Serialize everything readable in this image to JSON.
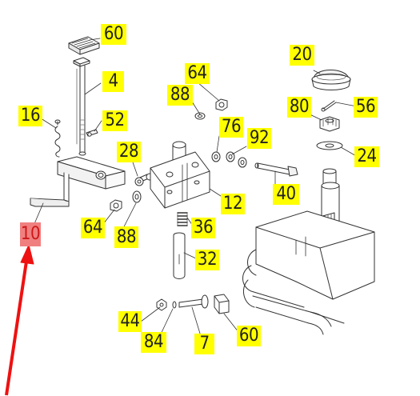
{
  "colors": {
    "callout": "#ffff00",
    "highlight": "#f08080",
    "arrow": "#ee1111",
    "line": "#333333"
  },
  "callouts": [
    {
      "id": "c60a",
      "text": "60"
    },
    {
      "id": "c4",
      "text": "4"
    },
    {
      "id": "c16",
      "text": "16"
    },
    {
      "id": "c52",
      "text": "52"
    },
    {
      "id": "c64a",
      "text": "64"
    },
    {
      "id": "c88a",
      "text": "88"
    },
    {
      "id": "c76",
      "text": "76"
    },
    {
      "id": "c92",
      "text": "92"
    },
    {
      "id": "c28",
      "text": "28"
    },
    {
      "id": "c12",
      "text": "12"
    },
    {
      "id": "c20",
      "text": "20"
    },
    {
      "id": "c80",
      "text": "80"
    },
    {
      "id": "c56",
      "text": "56"
    },
    {
      "id": "c24",
      "text": "24"
    },
    {
      "id": "c40",
      "text": "40"
    },
    {
      "id": "c36",
      "text": "36"
    },
    {
      "id": "c32",
      "text": "32"
    },
    {
      "id": "c64b",
      "text": "64"
    },
    {
      "id": "c88b",
      "text": "88"
    },
    {
      "id": "c10",
      "text": "10"
    },
    {
      "id": "c44",
      "text": "44"
    },
    {
      "id": "c84",
      "text": "84"
    },
    {
      "id": "c7",
      "text": "7"
    },
    {
      "id": "c60b",
      "text": "60"
    }
  ]
}
